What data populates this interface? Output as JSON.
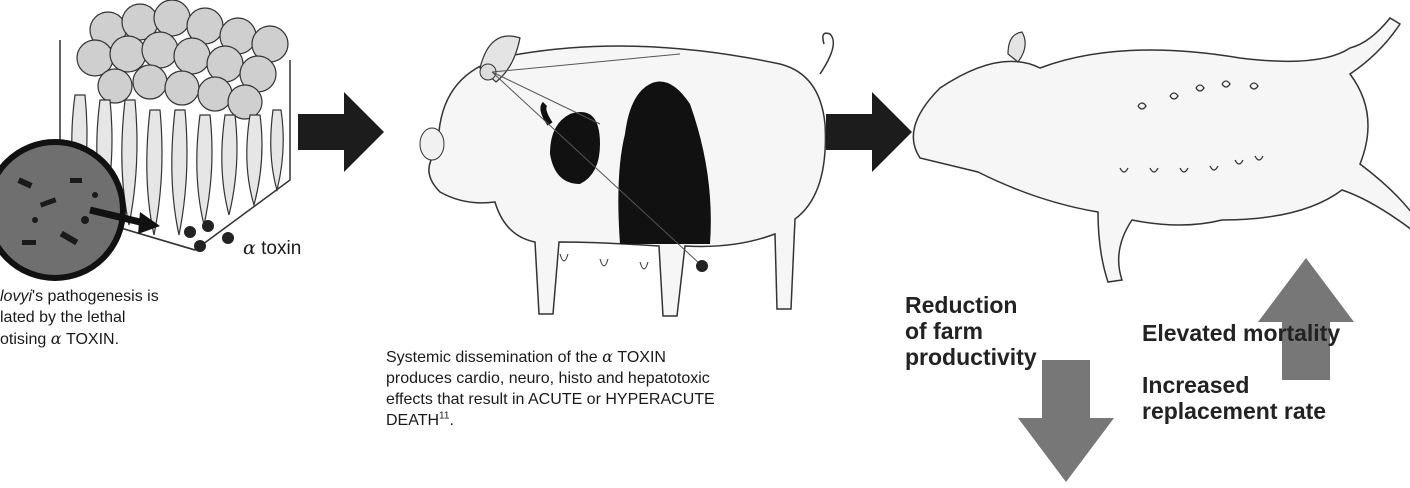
{
  "panel_left": {
    "toxin_label": "toxin",
    "alpha_symbol": "α",
    "caption": {
      "line1_italic": "lovyi",
      "line1_rest": "'s pathogenesis is",
      "line2": "lated by the lethal",
      "line3_pre": "otising",
      "line3_alpha": "α",
      "line3_post": "TOXIN."
    }
  },
  "panel_middle": {
    "caption": {
      "line1_pre": "Systemic dissemination of the",
      "line1_alpha": "α",
      "line1_post": "TOXIN",
      "line2": "produces cardio, neuro, histo and hepatotoxic",
      "line3": "effects that result in ACUTE or HYPERACUTE",
      "line4": "DEATH",
      "line4_ref": "11",
      "line4_end": "."
    }
  },
  "impacts": {
    "left": {
      "line1": "Reduction",
      "line2": "of farm",
      "line3": "productivity"
    },
    "right": {
      "line1": "Elevated mortality",
      "line2": "Increased",
      "line3": "replacement rate"
    }
  },
  "icons": [
    "intestine-illustration-icon",
    "pig-standing-icon",
    "pig-dead-icon",
    "arrow-right-icon",
    "arrow-down-icon",
    "arrow-up-icon"
  ],
  "colors": {
    "ink": "#1a1a1a",
    "arrow": "#1c1c1c",
    "gray_arrow": "#7a7a7a"
  }
}
